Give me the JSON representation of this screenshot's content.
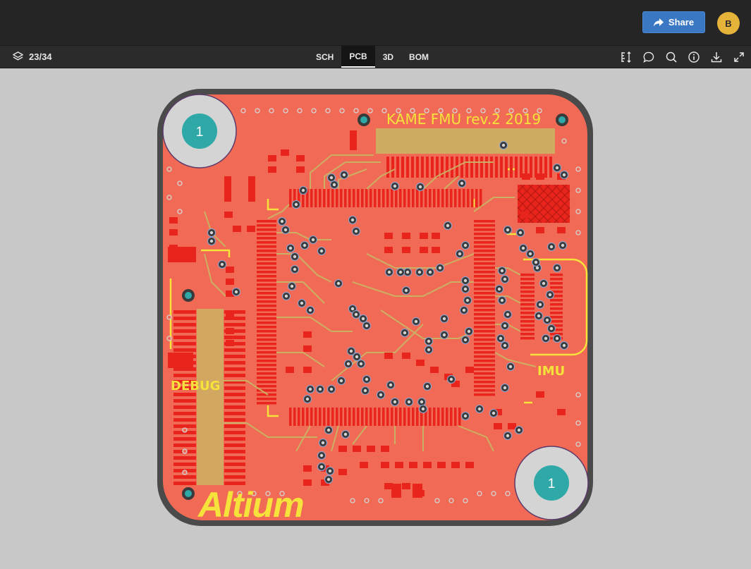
{
  "header": {
    "share_label": "Share",
    "avatar_initial": "B"
  },
  "toolbar": {
    "page_counter": "23/34",
    "tabs": [
      {
        "label": "SCH",
        "active": false
      },
      {
        "label": "PCB",
        "active": true
      },
      {
        "label": "3D",
        "active": false
      },
      {
        "label": "BOM",
        "active": false
      }
    ],
    "tools": [
      "measure-icon",
      "comment-icon",
      "search-icon",
      "info-icon",
      "download-icon",
      "fullscreen-icon"
    ]
  },
  "pcb": {
    "title_text": "KAME FMU rev.2 2019",
    "debug_label": "DEBUG",
    "imu_label": "IMU",
    "logo_text": "Altium",
    "mount_hole_label_1": "1",
    "mount_hole_label_2": "1",
    "colors": {
      "board": "#f06a55",
      "outline": "#4a4a4a",
      "silk": "#f5e23a",
      "pad": "#e8241c",
      "copper_trace": "#c9b764",
      "via": "#3a3a3a",
      "hole_ring": "#d4d4d4",
      "hole": "#2fa8a8"
    }
  }
}
